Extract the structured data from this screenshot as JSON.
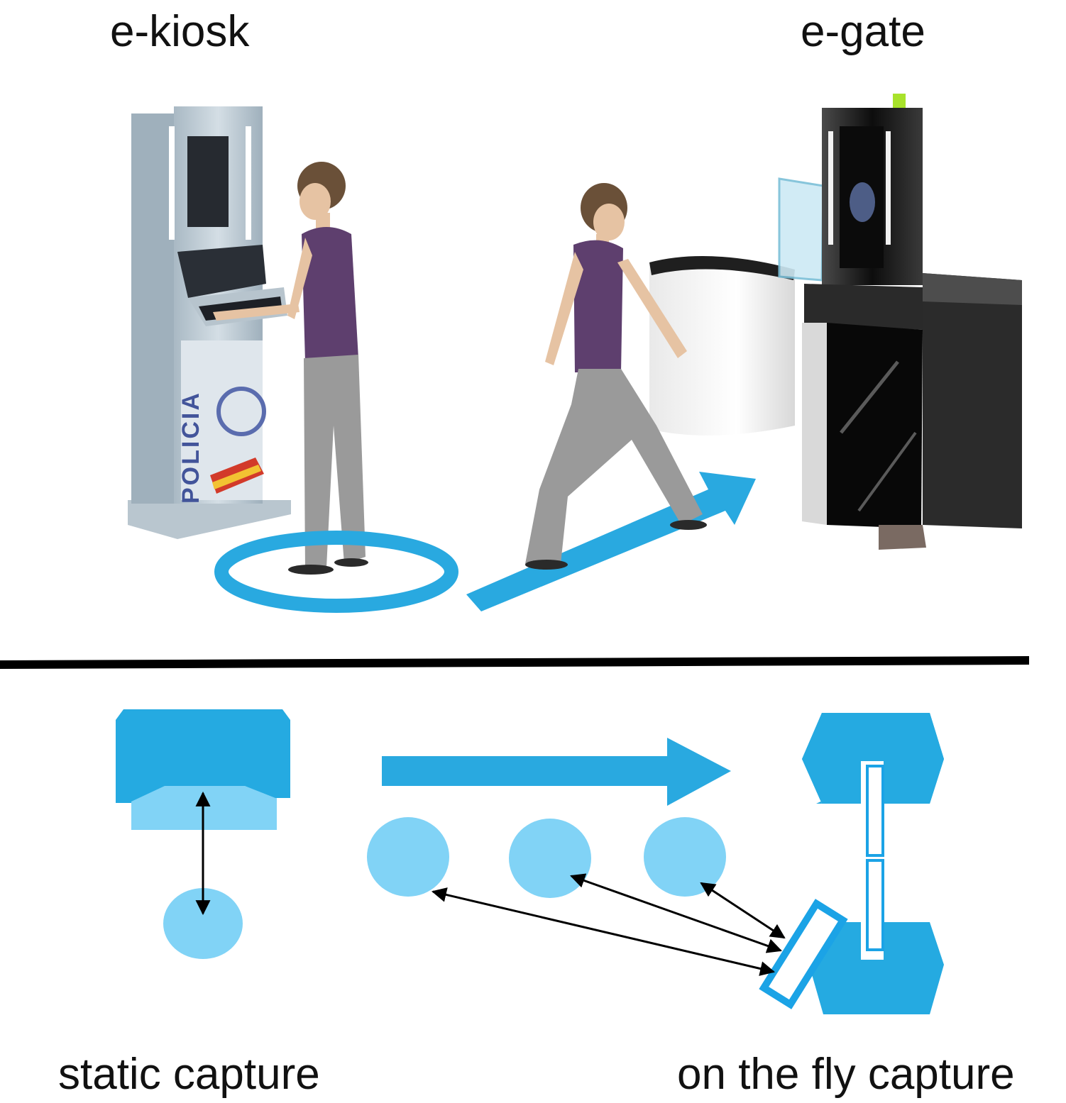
{
  "titles": {
    "kiosk": "e-kiosk",
    "gate": "e-gate"
  },
  "kiosk_panel_text": "POLICIA",
  "captions": {
    "static": "static capture",
    "on_the_fly": "on the fly capture"
  },
  "colors": {
    "accent_blue": "#29a9e0",
    "light_blue": "#81d3f6",
    "device_blue": "#25aae1",
    "outline_blue": "#1ba3e6",
    "divider": "#000000",
    "shirt_purple": "#5e3f6e",
    "pants_gray": "#9a9a9a",
    "kiosk_gray": "#c2cfd8",
    "gate_black": "#1a1a1a"
  },
  "icons": [
    "kiosk-illustration",
    "egate-illustration",
    "person-standing",
    "person-walking",
    "circle-marker",
    "direction-arrow",
    "capture-camera",
    "subject-position",
    "gate-barrier"
  ]
}
